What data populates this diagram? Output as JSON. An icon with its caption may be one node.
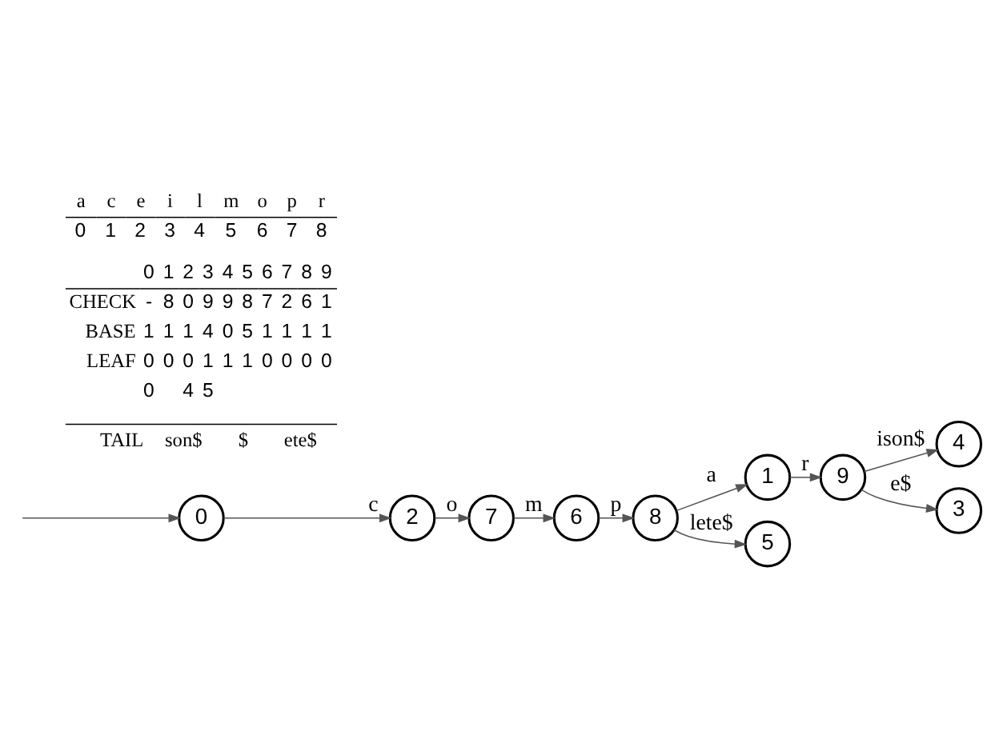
{
  "diagram": {
    "nodes": [
      {
        "text": [
          "0"
        ]
      },
      {
        "text": [
          "2"
        ]
      },
      {
        "text": [
          "7"
        ]
      },
      {
        "text": [
          "6"
        ]
      },
      {
        "text": [
          "8"
        ]
      },
      {
        "text": [
          "1"
        ]
      },
      {
        "text": [
          "9"
        ]
      },
      {
        "text": [
          "4"
        ]
      },
      {
        "text": [
          "3"
        ]
      },
      {
        "text": [
          "5"
        ]
      }
    ],
    "edges": [
      {
        "from": null,
        "to": 0,
        "arrow": "to"
      },
      {
        "from": 0,
        "to": 1,
        "arrow": "to",
        "label": "c"
      },
      {
        "from": 1,
        "to": 2,
        "arrow": "to",
        "label": "o"
      },
      {
        "from": 2,
        "to": 3,
        "arrow": "to",
        "label": "m"
      },
      {
        "from": 3,
        "to": 4,
        "arrow": "to",
        "label": "p"
      },
      {
        "from": 4,
        "to": 5,
        "arrow": "to",
        "label": "a"
      },
      {
        "from": 5,
        "to": 6,
        "arrow": "to",
        "label": "r"
      },
      {
        "from": 6,
        "to": 7,
        "arrow": "to",
        "label": "ison$"
      },
      {
        "from": 6,
        "to": 8,
        "arrow": "to",
        "label": "e$"
      },
      {
        "from": 4,
        "to": 9,
        "arrow": "to",
        "label": "lete$"
      }
    ],
    "labels": [
      "a",
      "c",
      "e",
      "i",
      "l",
      "m",
      "o",
      "p",
      "r",
      "0",
      "1",
      "2",
      "3",
      "4",
      "5",
      "6",
      "7",
      "8",
      "0",
      "1",
      "2",
      "3",
      "4",
      "5",
      "6",
      "7",
      "8",
      "9",
      "CHECK",
      "-",
      "8",
      "0",
      "9",
      "9",
      "8",
      "7",
      "2",
      "6",
      "1",
      "BASE",
      "1",
      "1",
      "1",
      "4",
      "0",
      "5",
      "1",
      "1",
      "1",
      "1",
      "LEAF",
      "0",
      "0",
      "0",
      "1",
      "1",
      "1",
      "0",
      "0",
      "0",
      "0",
      "0",
      "4",
      "5",
      "TAIL",
      "son$",
      "$",
      "ete$"
    ]
  }
}
